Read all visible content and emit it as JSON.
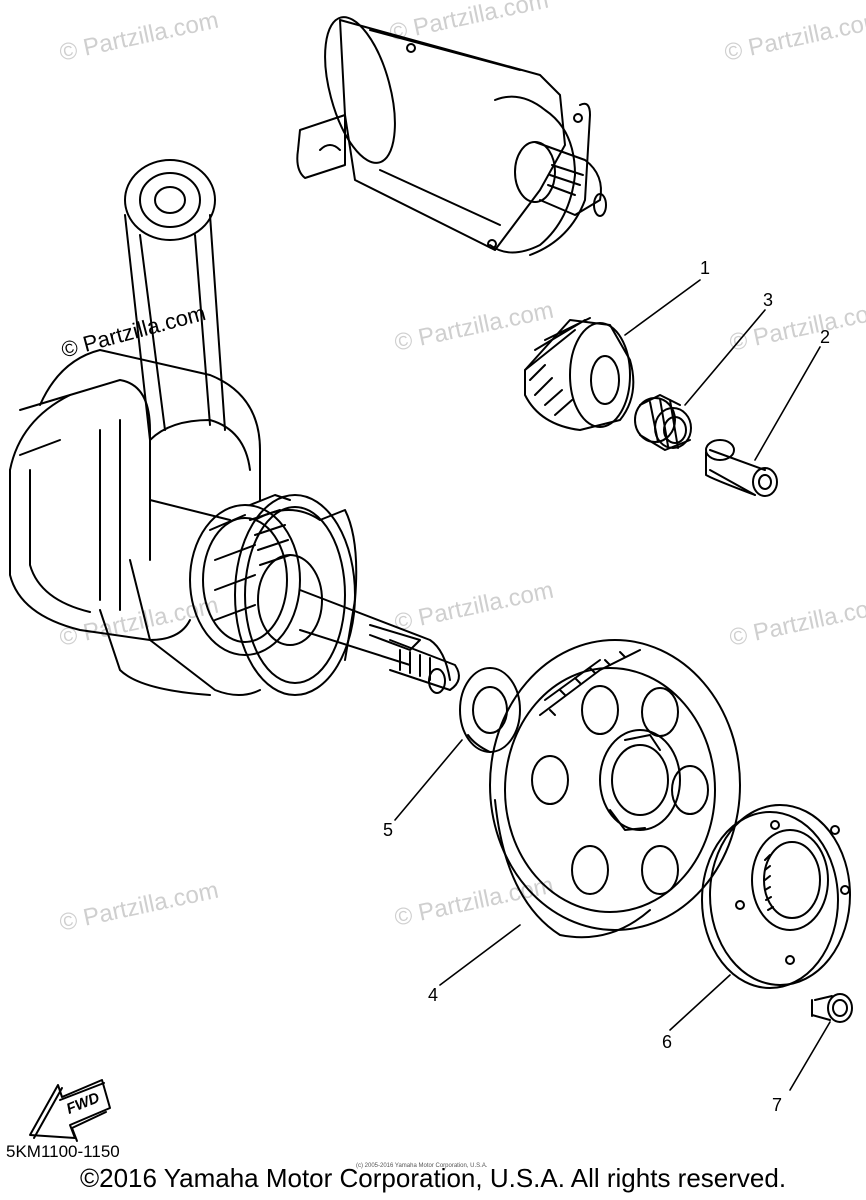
{
  "watermark": {
    "text": "© Partzilla.com"
  },
  "callouts": [
    {
      "id": "1",
      "label": "1"
    },
    {
      "id": "2",
      "label": "2"
    },
    {
      "id": "3",
      "label": "3"
    },
    {
      "id": "4",
      "label": "4"
    },
    {
      "id": "5",
      "label": "5"
    },
    {
      "id": "6",
      "label": "6"
    },
    {
      "id": "7",
      "label": "7"
    }
  ],
  "fwd_label": "FWD",
  "diagram_code": "5KM1100-1150",
  "tiny_credit": "(c) 2005-2016 Yamaha Motor Corporation, U.S.A.",
  "copyright": "©2016 Yamaha Motor Corporation, U.S.A. All rights reserved."
}
